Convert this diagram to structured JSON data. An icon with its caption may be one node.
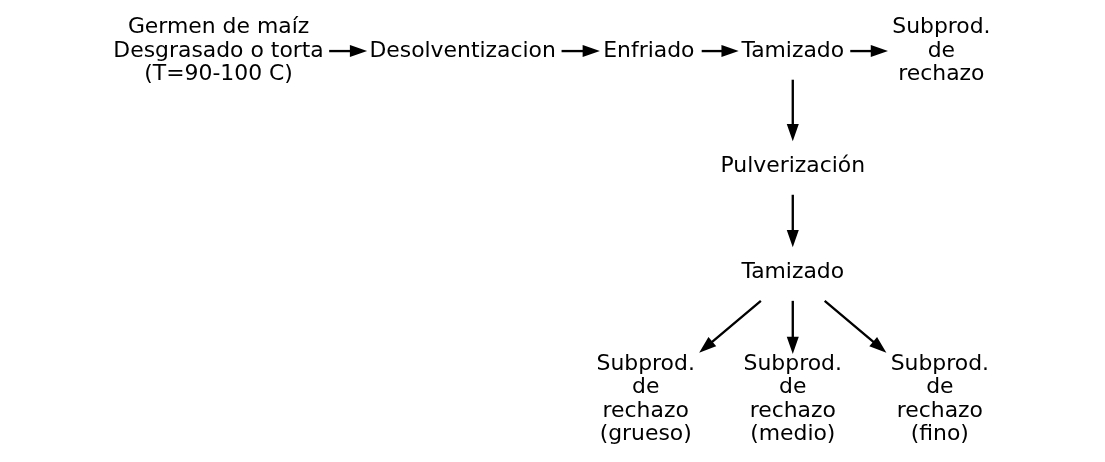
{
  "diagram": {
    "nodes": [
      {
        "text": [
          "Germen de maíz Desgrasado o torta",
          "(T=90-100 C)"
        ]
      },
      {
        "text": [
          "Desolventizacion"
        ]
      },
      {
        "text": [
          "Enfriado"
        ]
      },
      {
        "text": [
          "Tamizado"
        ]
      },
      {
        "text": [
          "Subprod. de rechazo"
        ]
      },
      {
        "text": [
          "Pulverización"
        ]
      },
      {
        "text": [
          "Tamizado"
        ]
      },
      {
        "text": [
          "Subprod. de rechazo",
          "(grueso)"
        ]
      },
      {
        "text": [
          "Subprod. de rechazo",
          "(medio)"
        ]
      },
      {
        "text": [
          "Subprod. de rechazo",
          "(fino)"
        ]
      }
    ],
    "edges": [
      {
        "from": 0,
        "to": 1,
        "arrow": "to"
      },
      {
        "from": 1,
        "to": 2,
        "arrow": "to"
      },
      {
        "from": 2,
        "to": 3,
        "arrow": "to"
      },
      {
        "from": 3,
        "to": 4,
        "arrow": "to"
      },
      {
        "from": 3,
        "to": 5,
        "arrow": "to"
      },
      {
        "from": 5,
        "to": 6,
        "arrow": "to"
      },
      {
        "from": 6,
        "to": 7,
        "arrow": "to"
      },
      {
        "from": 6,
        "to": 8,
        "arrow": "to"
      },
      {
        "from": 6,
        "to": 9,
        "arrow": "to"
      }
    ]
  }
}
